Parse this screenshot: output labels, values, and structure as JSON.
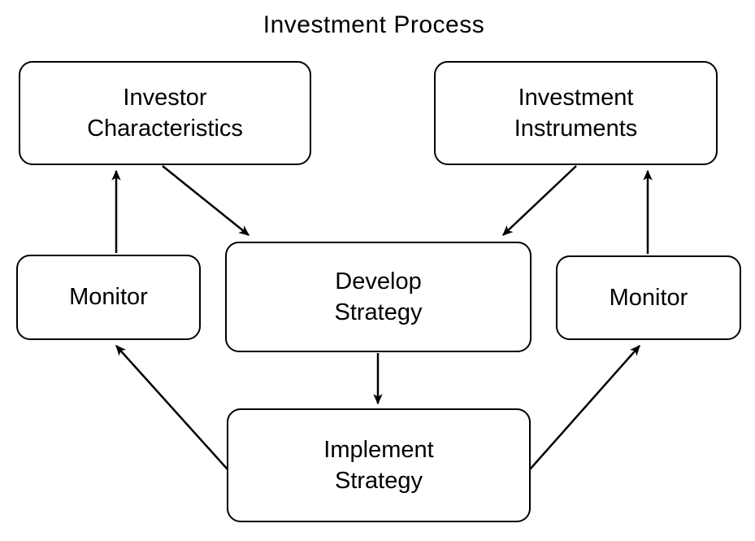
{
  "title": "Investment Process",
  "colors": {
    "background": "#ffffff",
    "box_fill": "#ffffff",
    "box_border": "#000000",
    "text": "#000000",
    "arrow": "#000000"
  },
  "diagram": {
    "nodes": [
      {
        "id": "investor-characteristics",
        "label": "Investor\nCharacteristics"
      },
      {
        "id": "investment-instruments",
        "label": "Investment\nInstruments"
      },
      {
        "id": "monitor-left",
        "label": "Monitor"
      },
      {
        "id": "develop-strategy",
        "label": "Develop\nStrategy"
      },
      {
        "id": "monitor-right",
        "label": "Monitor"
      },
      {
        "id": "implement-strategy",
        "label": "Implement\nStrategy"
      }
    ],
    "edges": [
      {
        "from": "monitor-left",
        "to": "investor-characteristics"
      },
      {
        "from": "investor-characteristics",
        "to": "develop-strategy"
      },
      {
        "from": "investment-instruments",
        "to": "develop-strategy"
      },
      {
        "from": "monitor-right",
        "to": "investment-instruments"
      },
      {
        "from": "develop-strategy",
        "to": "implement-strategy"
      },
      {
        "from": "implement-strategy",
        "to": "monitor-left"
      },
      {
        "from": "implement-strategy",
        "to": "monitor-right"
      }
    ]
  }
}
